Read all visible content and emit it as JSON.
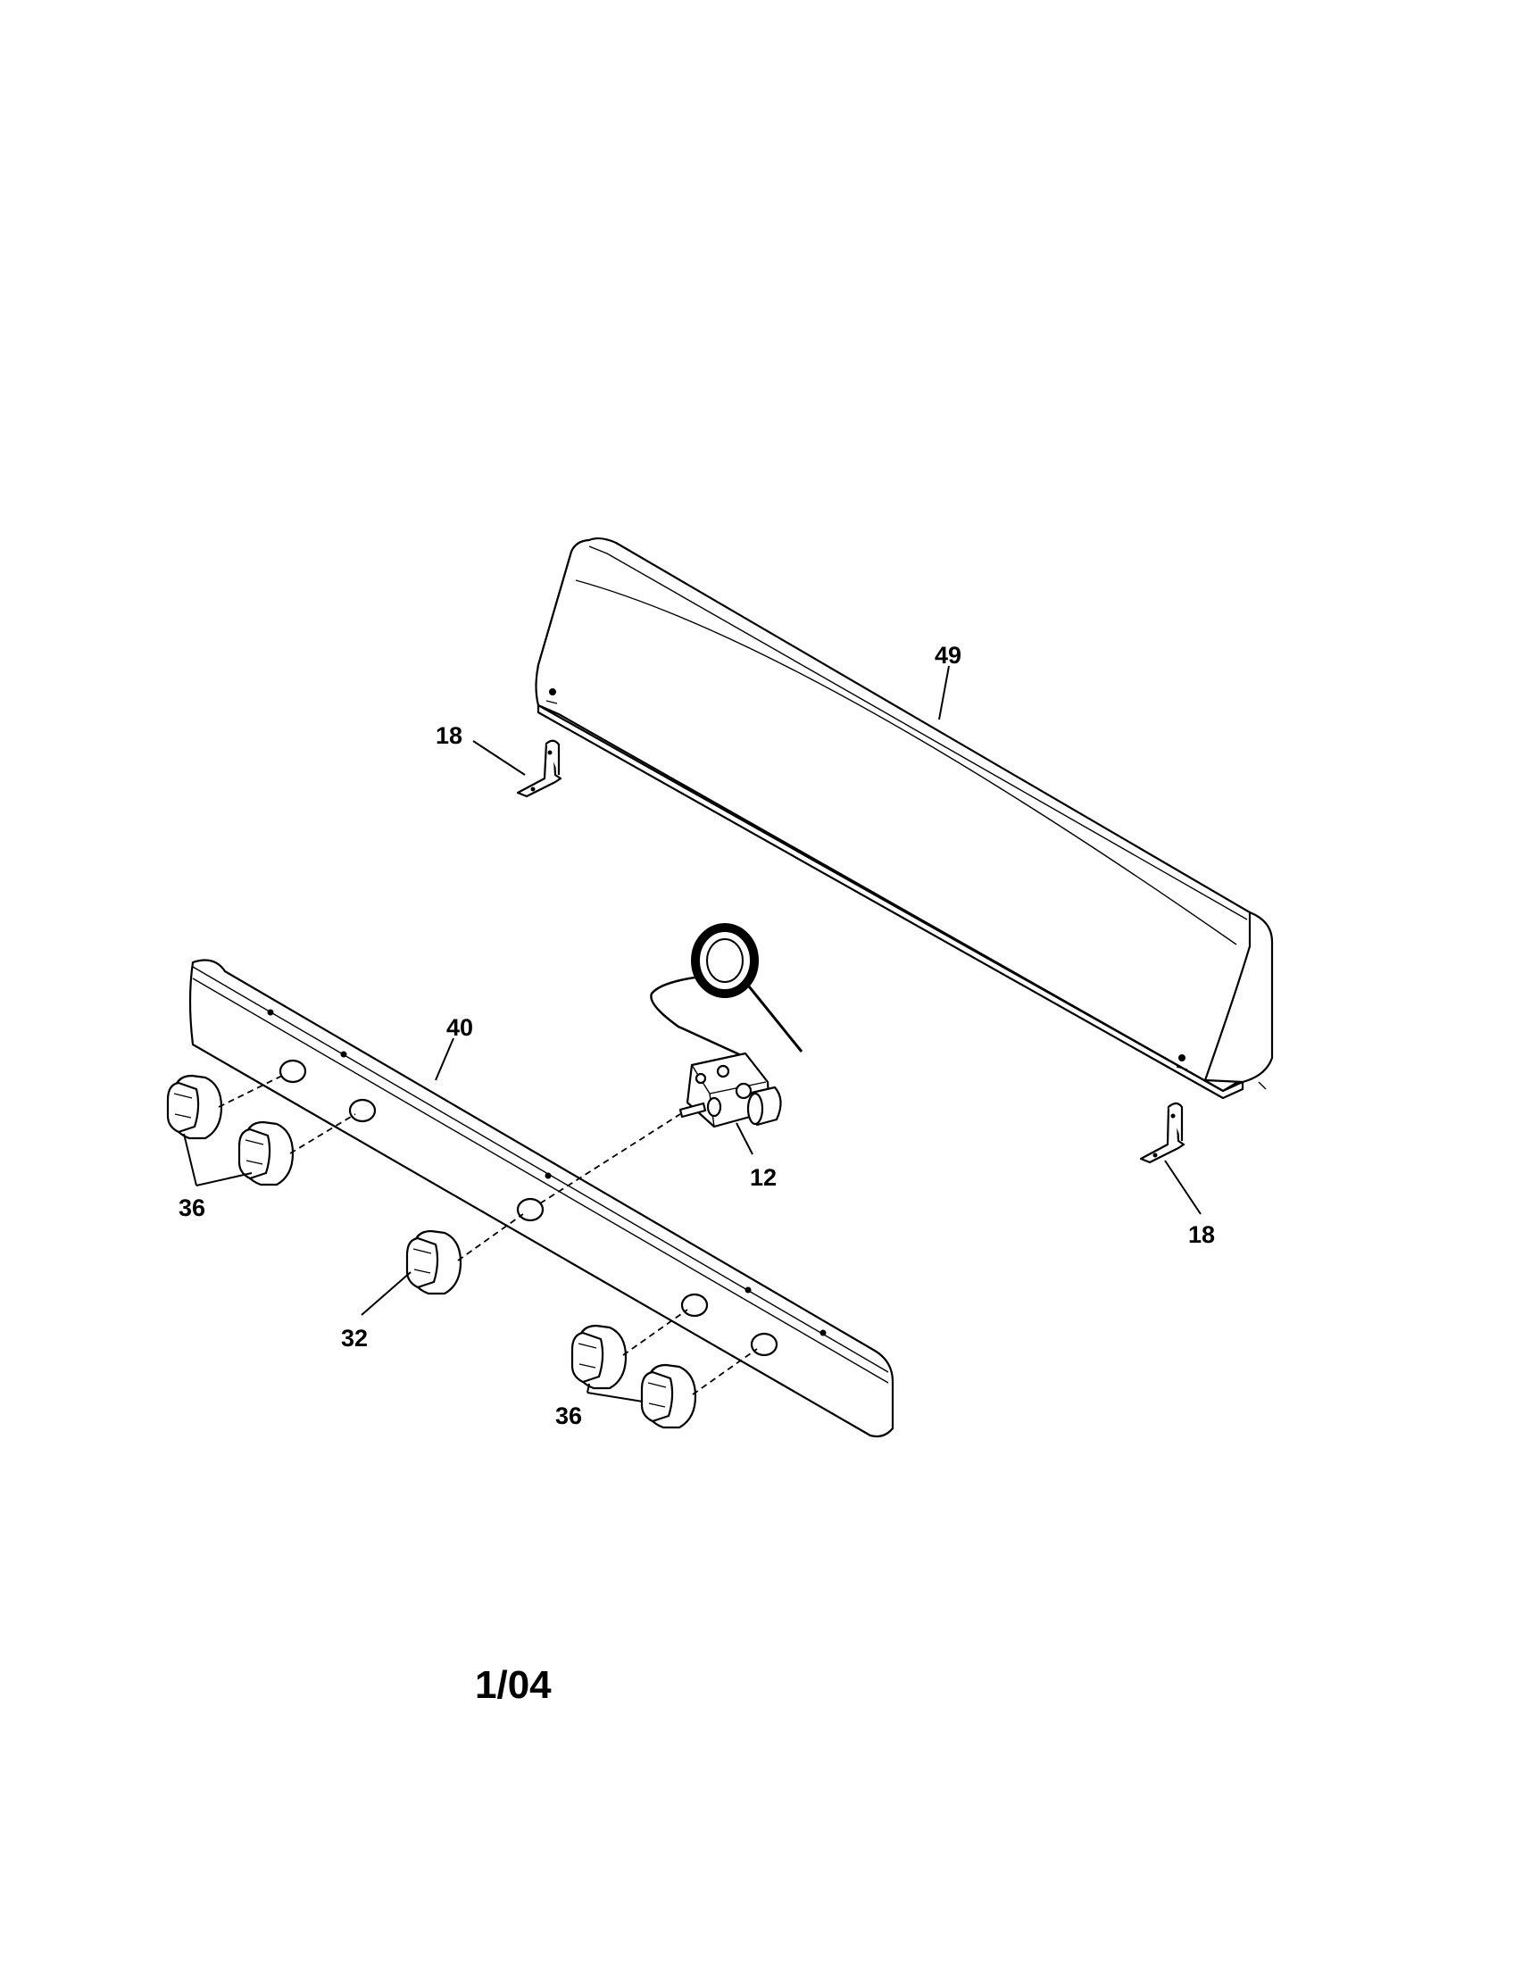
{
  "labels": {
    "backguard": "49",
    "bracket_left": "18",
    "bracket_right": "18",
    "control_panel": "40",
    "thermostat": "12",
    "knob_pair_left": "36",
    "knob_center": "32",
    "knob_pair_right": "36"
  },
  "footer": "1/04"
}
